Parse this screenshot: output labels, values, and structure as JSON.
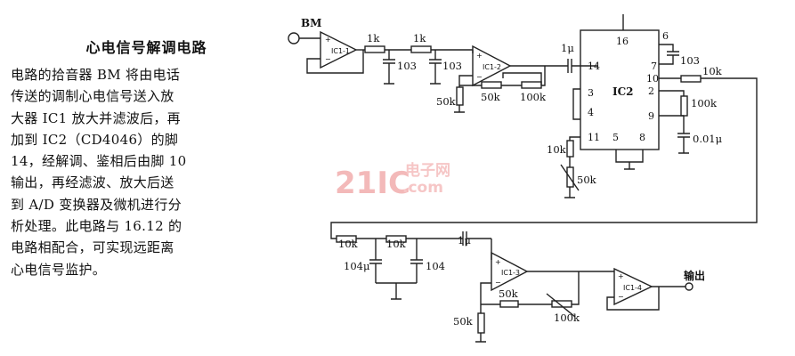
{
  "article": {
    "title": "心电信号解调电路",
    "lines": [
      "电路的拾音器 BM 将由电话",
      "传送的调制心电信号送入放",
      "大器 IC1 放大并滤波后，再",
      "加到 IC2（CD4046）的脚",
      "14，经解调、鉴相后由脚 10",
      "输出，再经滤波、放大后送",
      "到 A/D 变换器及微机进行分",
      "析处理。此电路与 16.12 的",
      "电路相配合，可实现远距离",
      "心电信号监护。"
    ]
  },
  "schematic": {
    "input_label": "BM",
    "output_label": "输出",
    "ic_chip_label": "IC2",
    "opamps": [
      "IC1-1",
      "IC1-2",
      "IC1-3",
      "IC1-4"
    ],
    "resistors": {
      "r1": "1k",
      "r2": "1k",
      "r3": "50k",
      "r4": "50k",
      "r5": "100k",
      "r6": "10k",
      "r7": "100k",
      "r8": "10k",
      "r9": "50k",
      "r10": "10k",
      "r11": "10k",
      "r12": "50k",
      "r13": "100k",
      "r14": "50k"
    },
    "capacitors": {
      "c1": "103",
      "c2": "103",
      "c3": "1μ",
      "c4": "103",
      "c5": "0.01μ",
      "c6": "104μ",
      "c7": "104",
      "c8": "1μ"
    },
    "pins": {
      "p16": "16",
      "p6": "6",
      "p7": "7",
      "p14": "14",
      "p10": "10",
      "p2": "2",
      "p3": "3",
      "p4": "4",
      "p9": "9",
      "p11": "11",
      "p5": "5",
      "p8": "8"
    }
  },
  "watermark": {
    "brand": "21IC",
    "site": "电子网",
    "domain": ".com"
  }
}
